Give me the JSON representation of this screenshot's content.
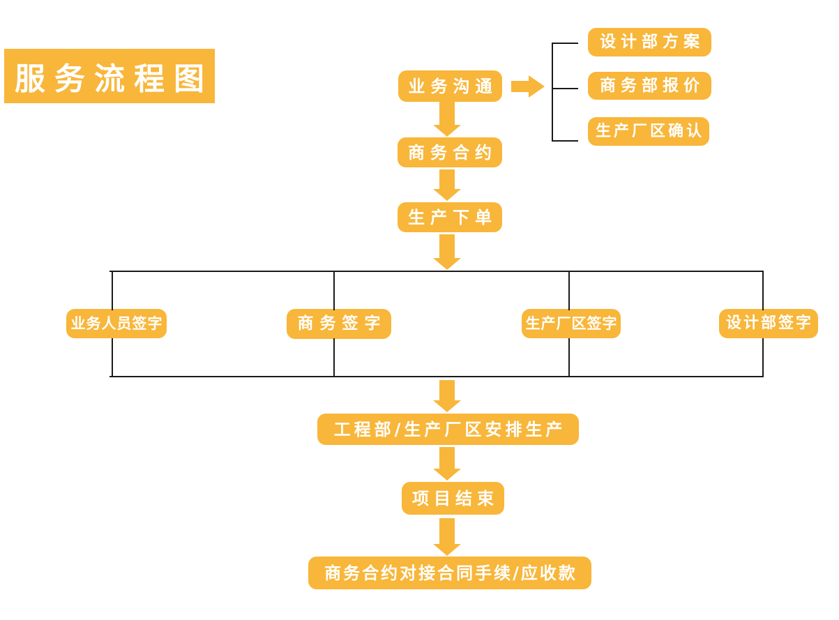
{
  "title": "服务流程图",
  "colors": {
    "accent": "#F8B63A",
    "line": "#1a1a1a",
    "text": "#ffffff",
    "bg": "#ffffff"
  },
  "nodes": {
    "communication": "业务沟通",
    "contract": "商务合约",
    "order": "生产下单",
    "design_plan": "设计部方案",
    "quotation": "商务部报价",
    "plant_confirm": "生产厂区确认",
    "sign_sales": "业务人员签字",
    "sign_business": "商务签字",
    "sign_plant": "生产厂区签字",
    "sign_design": "设计部签字",
    "arrange_production": "工程部/生产厂区安排生产",
    "project_end": "项目结束",
    "receivables": "商务合约对接合同手续/应收款"
  }
}
